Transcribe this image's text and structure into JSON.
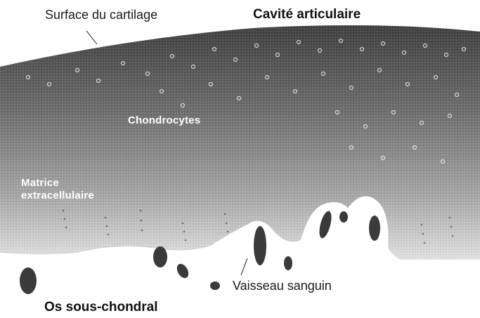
{
  "labels": {
    "cartilage_surface": "Surface du cartilage",
    "joint_cavity": "Cavité articulaire",
    "chondrocytes": "Chondrocytes",
    "matrix_line1": "Matrice",
    "matrix_line2": "extracellulaire",
    "blood_vessel": "Vaisseau sanguin",
    "subchondral_bone": "Os sous-chondral"
  },
  "colors": {
    "cartilage_dark": "#4a4a4a",
    "cartilage_mid": "#8a8a8a",
    "bone_white": "#ffffff",
    "vessel": "#3a3a3a",
    "label_text": "#1a1a1a",
    "label_on_cartilage": "#ffffff"
  }
}
